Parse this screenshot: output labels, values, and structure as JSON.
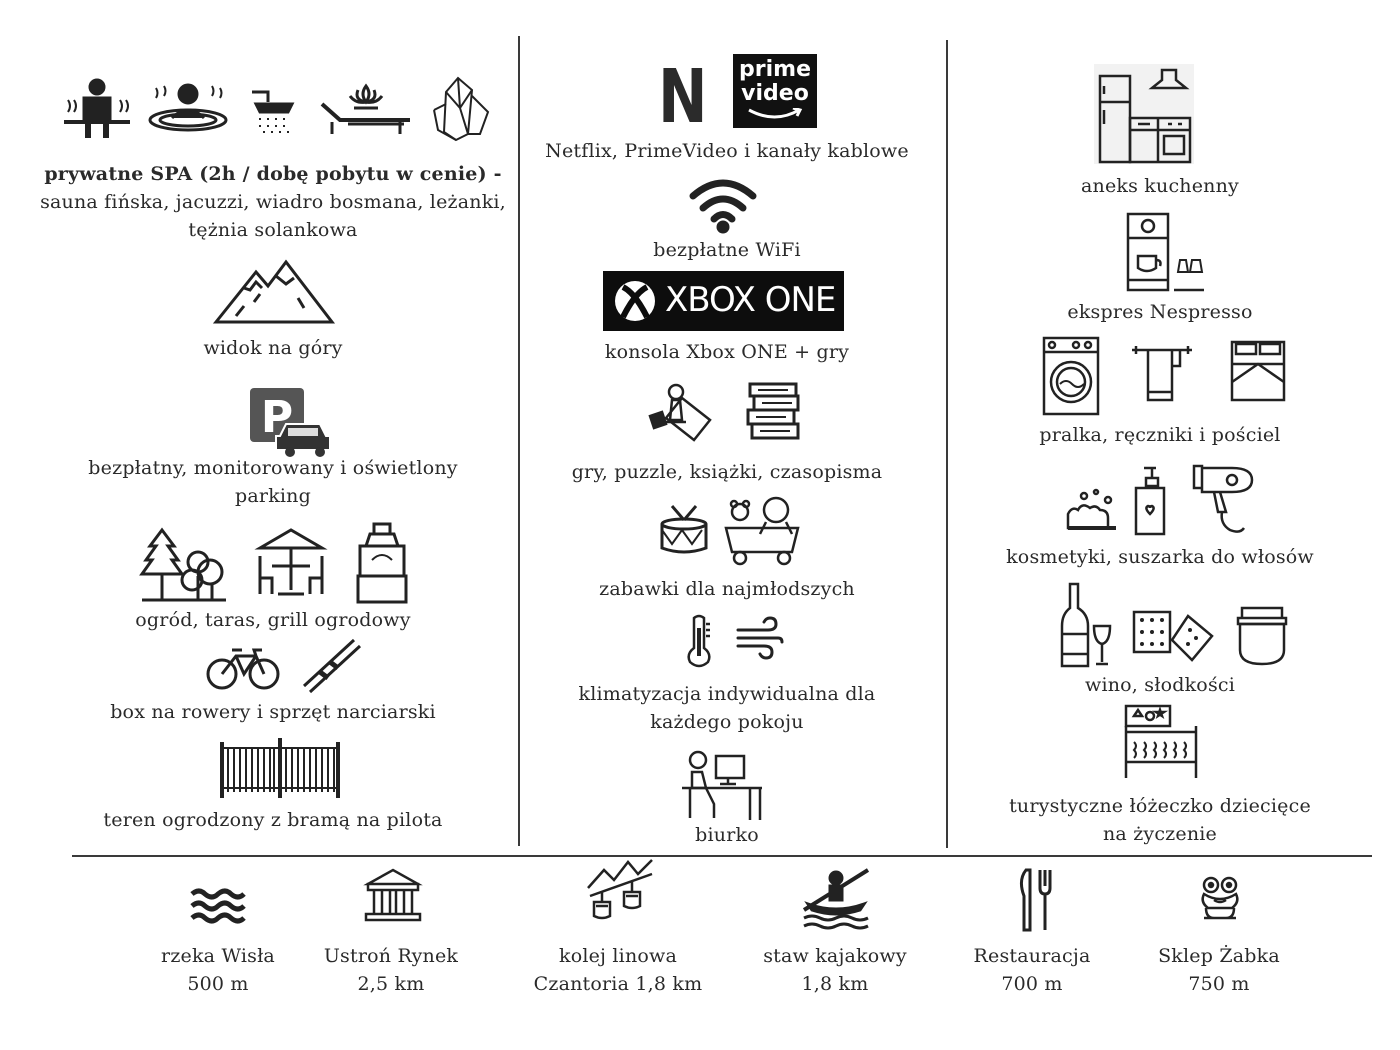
{
  "left": {
    "spa_bold": "prywatne SPA (2h / dobę pobytu w cenie) -",
    "spa_line2": "sauna fińska, jacuzzi, wiadro bosmana, leżanki,",
    "spa_line3": "tężnia solankowa",
    "mountains": "widok na góry",
    "parking_line1": "bezpłatny, monitorowany i oświetlony",
    "parking_line2": "parking",
    "parking_sign": "P",
    "garden": "ogród, taras, grill ogrodowy",
    "bikes": "box na rowery i sprzęt narciarski",
    "fence": "teren ogrodzony z bramą na pilota"
  },
  "middle": {
    "netflix_logo": "N",
    "prime_logo_line1": "prime",
    "prime_logo_line2": "video",
    "streaming": "Netflix, PrimeVideo i kanały kablowe",
    "wifi": "bezpłatne WiFi",
    "xbox_logo": "XBOX ONE",
    "xbox": "konsola Xbox ONE + gry",
    "games": "gry, puzzle, książki, czasopisma",
    "toys": "zabawki dla najmłodszych",
    "aircon_line1": "klimatyzacja indywidualna dla",
    "aircon_line2": "każdego pokoju",
    "desk": "biurko"
  },
  "right": {
    "kitchen": "aneks kuchenny",
    "nespresso": "ekspres Nespresso",
    "laundry": "pralka, ręczniki i pościel",
    "cosmetics": "kosmetyki, suszarka do włosów",
    "wine": "wino, słodkości",
    "cot_line1": "turystyczne łóżeczko dziecięce",
    "cot_line2": "na życzenie"
  },
  "nearby": [
    {
      "name": "rzeka Wisła",
      "distance": "500 m",
      "icon": "waves-icon"
    },
    {
      "name": "Ustroń Rynek",
      "distance": "2,5 km",
      "icon": "town-hall-icon"
    },
    {
      "name": "kolej linowa",
      "distance": "Czantoria 1,8 km",
      "icon": "cable-car-icon"
    },
    {
      "name": "staw kajakowy",
      "distance": "1,8 km",
      "icon": "kayak-icon"
    },
    {
      "name": "Restauracja",
      "distance": "700 m",
      "icon": "cutlery-icon"
    },
    {
      "name": "Sklep Żabka",
      "distance": "750 m",
      "icon": "frog-icon"
    }
  ],
  "colors": {
    "ink": "#2a2a2a",
    "logo_bg": "#111111",
    "background": "#ffffff"
  }
}
